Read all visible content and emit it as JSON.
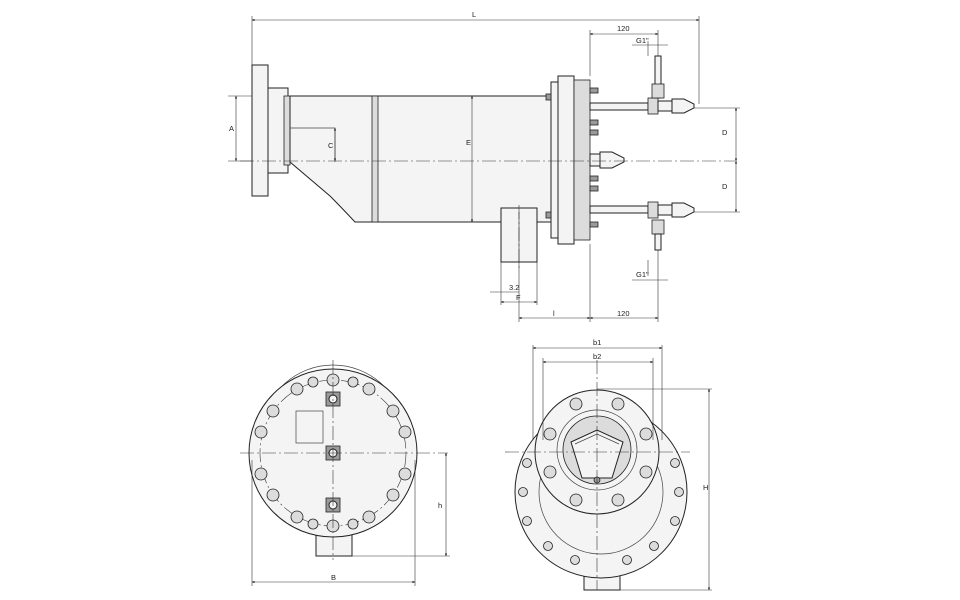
{
  "side_view": {
    "dims": {
      "L": "L",
      "A": "A",
      "C": "C",
      "E": "E",
      "D_top": "D",
      "D_bottom": "D",
      "F": "F",
      "wall": "3.2",
      "l": "l",
      "dist_top": "120",
      "dist_bottom": "120",
      "thread_top": "G1\"",
      "thread_bottom": "G1\""
    }
  },
  "rear_view": {
    "dims": {
      "B": "B",
      "h": "h"
    }
  },
  "front_view": {
    "dims": {
      "b1": "b1",
      "b2": "b2",
      "H": "H"
    }
  }
}
